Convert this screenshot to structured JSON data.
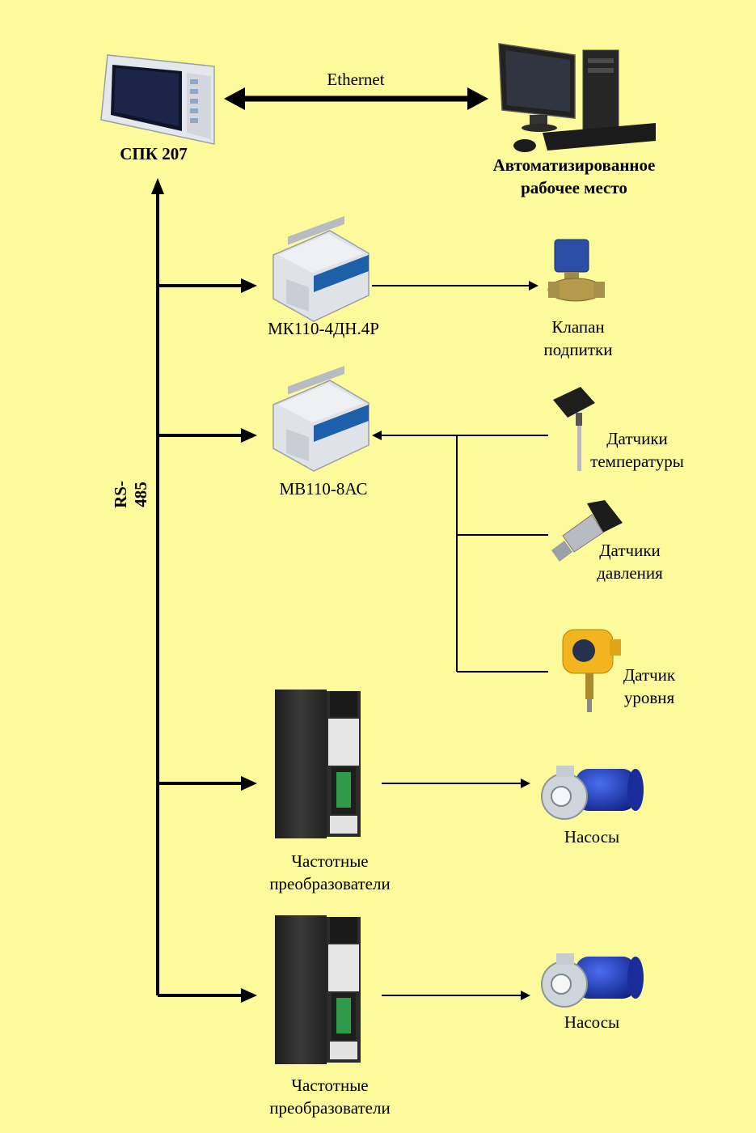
{
  "colors": {
    "background": "#fdfa9c",
    "line": "#000000"
  },
  "top": {
    "panel_label": "СПК 207",
    "link_label": "Ethernet",
    "workstation_label": [
      "Автоматизированное",
      "рабочее место"
    ]
  },
  "bus_label": "RS-485",
  "modules": {
    "mk_label": "МК110-4ДН.4Р",
    "mv_label": "МВ110-8АС"
  },
  "devices": {
    "valve_label": [
      "Клапан",
      "подпитки"
    ],
    "temp_label": [
      "Датчики",
      "температуры"
    ],
    "pressure_label": [
      "Датчики",
      "давления"
    ],
    "level_label": [
      "Датчик",
      "уровня"
    ],
    "pump1_label": "Насосы",
    "pump2_label": "Насосы"
  },
  "drives": {
    "drive1_label": [
      "Частотные",
      "преобразователи"
    ],
    "drive2_label": [
      "Частотные",
      "преобразователи"
    ]
  },
  "icons": [
    "panel-pc-icon",
    "workstation-icon",
    "io-module-icon",
    "solenoid-valve-icon",
    "temperature-sensor-icon",
    "pressure-sensor-icon",
    "level-sensor-icon",
    "frequency-drive-icon",
    "pump-icon"
  ]
}
